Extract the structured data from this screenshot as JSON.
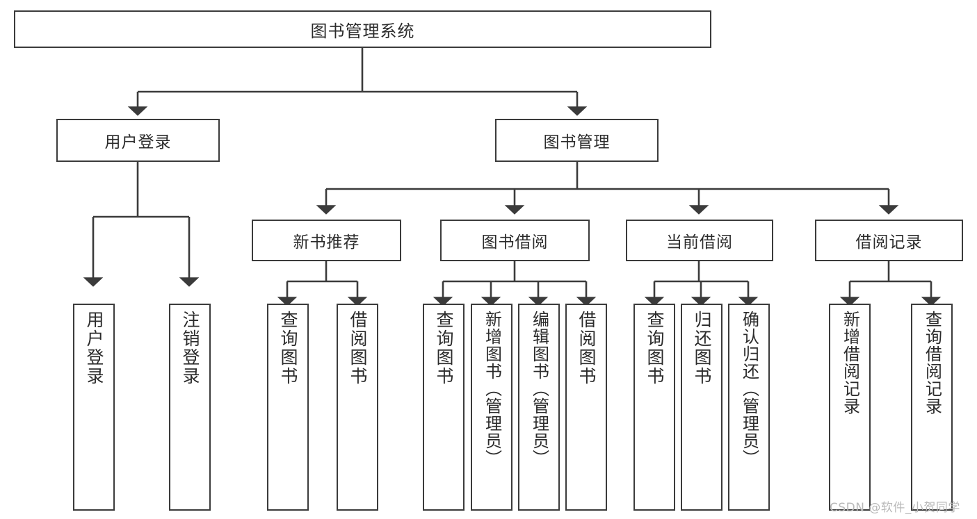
{
  "diagram": {
    "title": "图书管理系统",
    "type": "tree",
    "root": {
      "label": "图书管理系统"
    },
    "level2": [
      {
        "label": "用户登录"
      },
      {
        "label": "图书管理"
      }
    ],
    "level3": [
      {
        "label": "新书推荐"
      },
      {
        "label": "图书借阅"
      },
      {
        "label": "当前借阅"
      },
      {
        "label": "借阅记录"
      }
    ],
    "leaves": [
      {
        "label": "用户登录",
        "parent": "用户登录"
      },
      {
        "label": "注销登录",
        "parent": "用户登录"
      },
      {
        "label": "查询图书",
        "parent": "新书推荐"
      },
      {
        "label": "借阅图书",
        "parent": "新书推荐"
      },
      {
        "label": "查询图书",
        "parent": "图书借阅"
      },
      {
        "label": "新增图书（管理员）",
        "parent": "图书借阅"
      },
      {
        "label": "编辑图书（管理员）",
        "parent": "图书借阅"
      },
      {
        "label": "借阅图书",
        "parent": "图书借阅"
      },
      {
        "label": "查询图书",
        "parent": "当前借阅"
      },
      {
        "label": "归还图书",
        "parent": "当前借阅"
      },
      {
        "label": "确认归还（管理员）",
        "parent": "当前借阅"
      },
      {
        "label": "新增借阅记录",
        "parent": "借阅记录"
      },
      {
        "label": "查询借阅记录",
        "parent": "借阅记录"
      }
    ]
  },
  "watermark": {
    "text": "CSDN @软件_小贺同学"
  },
  "colors": {
    "stroke": "#3b3b3b",
    "fill": "#ffffff",
    "text": "#2b2b2b",
    "watermark": "#b9b9b9"
  }
}
